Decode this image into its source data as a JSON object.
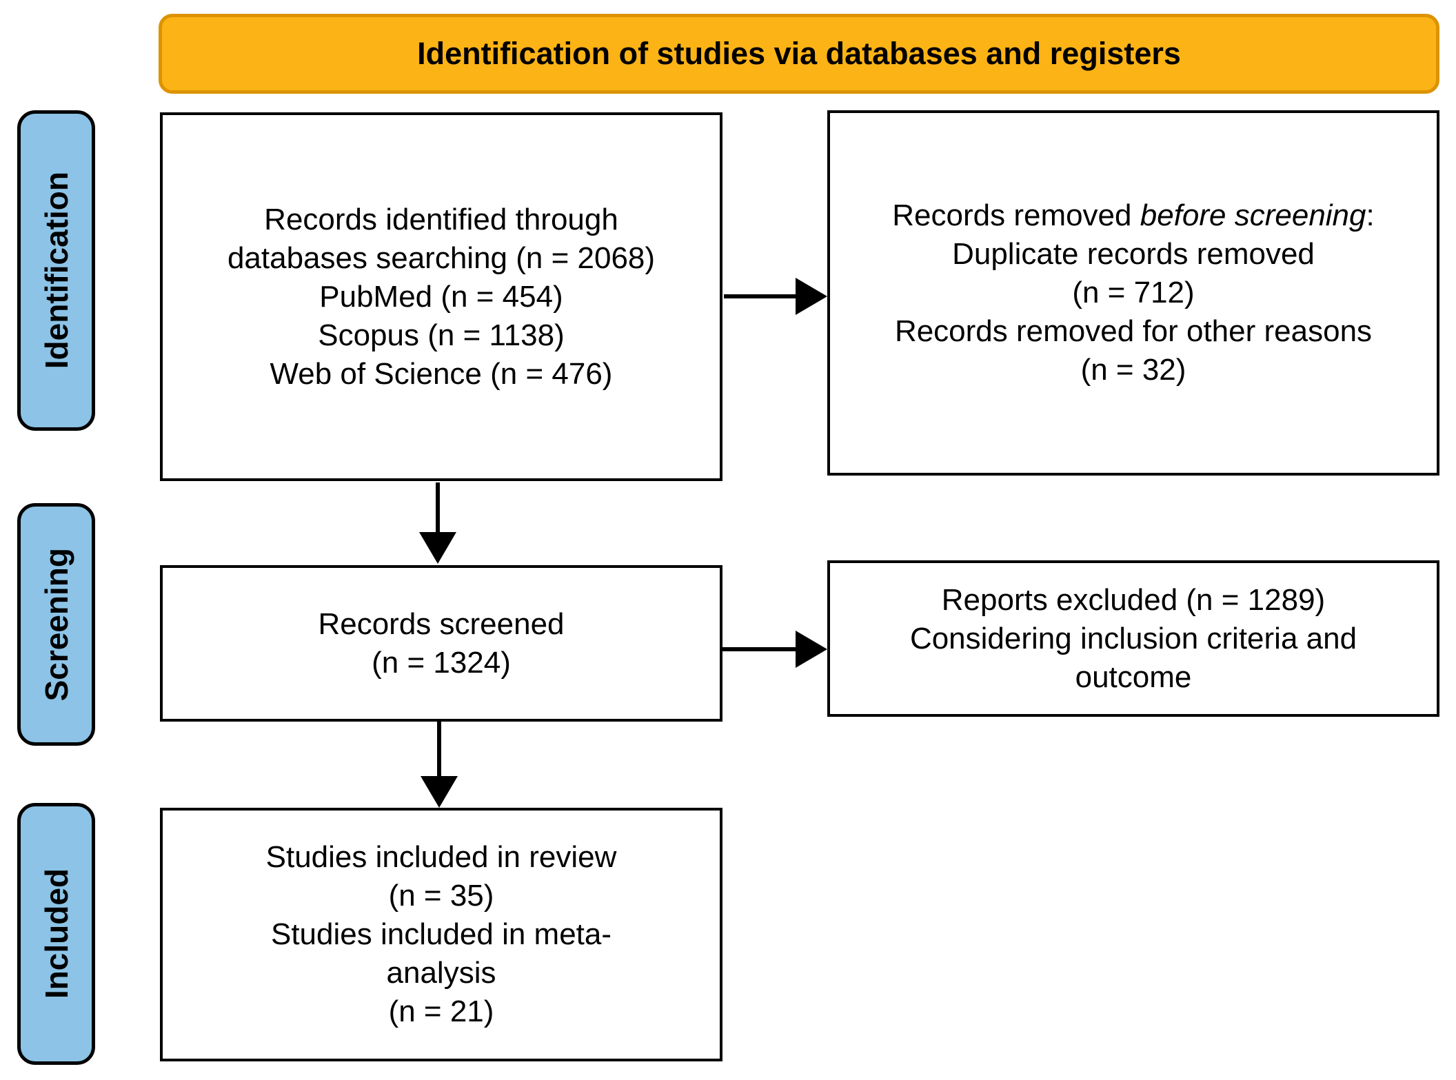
{
  "palette": {
    "header_fill": "#FCB315",
    "header_border": "#DD9300",
    "sidebar_fill": "#8CC3E6",
    "sidebar_border": "#000000",
    "box_border": "#000000",
    "box_fill": "#FFFFFF",
    "text_color": "#000000",
    "background": "#FFFFFF"
  },
  "header": {
    "title": "Identification of studies via databases and registers"
  },
  "sidebar": {
    "labels": [
      {
        "id": "identification",
        "label": "Identification"
      },
      {
        "id": "screening",
        "label": "Screening"
      },
      {
        "id": "included",
        "label": "Included"
      }
    ]
  },
  "boxes": {
    "records_identified": {
      "lines": [
        "Records identified through",
        "databases searching (n = 2068)",
        "PubMed (n = 454)",
        "Scopus (n = 1138)",
        "Web of Science (n = 476)"
      ]
    },
    "records_removed": {
      "line1_prefix": "Records removed ",
      "line1_italic": "before screening",
      "line1_suffix": ":",
      "lines": [
        "Duplicate records removed",
        "(n = 712)",
        "Records removed for other reasons",
        "(n = 32)"
      ]
    },
    "records_screened": {
      "lines": [
        "Records screened",
        "(n = 1324)"
      ]
    },
    "reports_excluded": {
      "lines": [
        "Reports excluded (n = 1289)",
        "Considering inclusion criteria and",
        "outcome"
      ]
    },
    "studies_included": {
      "lines": [
        "Studies included in review",
        "(n = 35)",
        "Studies included in meta-",
        "analysis",
        "(n = 21)"
      ]
    }
  }
}
